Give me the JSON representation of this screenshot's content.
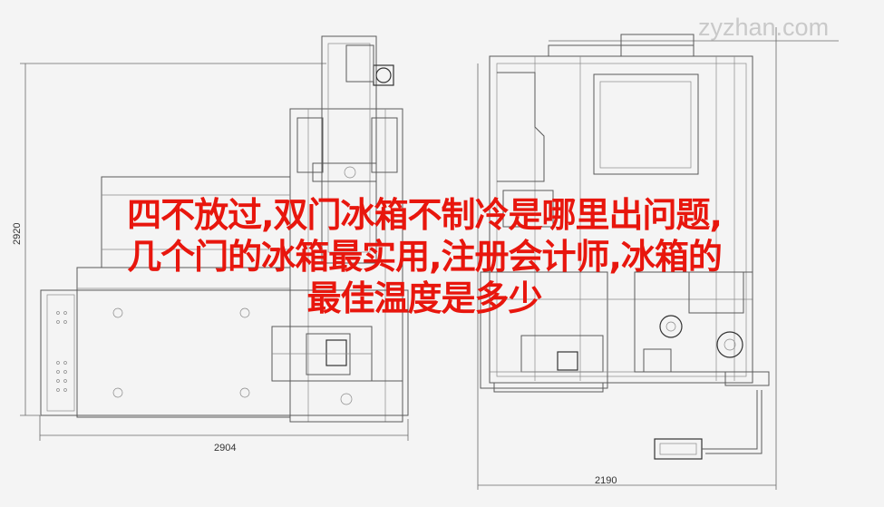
{
  "watermark": "zyzhan.com",
  "dimensions": {
    "left_height": "2920",
    "left_width": "2904",
    "right_width": "2190"
  },
  "headline": {
    "line1": "四不放过,双门冰箱不制冷是哪里出问题,",
    "line2": "几个门的冰箱最实用,注册会计师,冰箱的",
    "line3": "最佳温度是多少"
  }
}
